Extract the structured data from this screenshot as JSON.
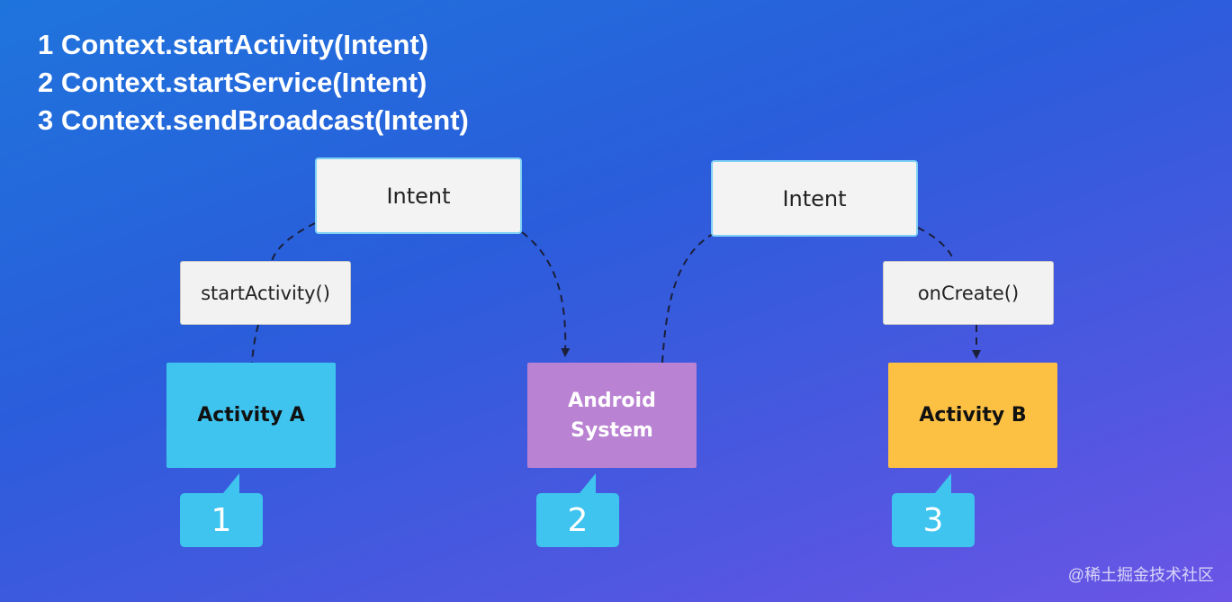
{
  "headlines": [
    "1 Context.startActivity(Intent)",
    "2 Context.startService(Intent)",
    "3 Context.sendBroadcast(Intent)"
  ],
  "diagram": {
    "intent_left": "Intent",
    "intent_right": "Intent",
    "method_left": "startActivity()",
    "method_right": "onCreate()",
    "activity_a": "Activity A",
    "android_system_line1": "Android",
    "android_system_line2": "System",
    "activity_b": "Activity B",
    "callouts": [
      "1",
      "2",
      "3"
    ]
  },
  "colors": {
    "activity_a": "#3ec4ee",
    "android_system": "#b982d2",
    "activity_b": "#fcc043",
    "callout": "#3ec4ee",
    "link_stroke": "#1b1f3a"
  },
  "watermark": "@稀土掘金技术社区"
}
